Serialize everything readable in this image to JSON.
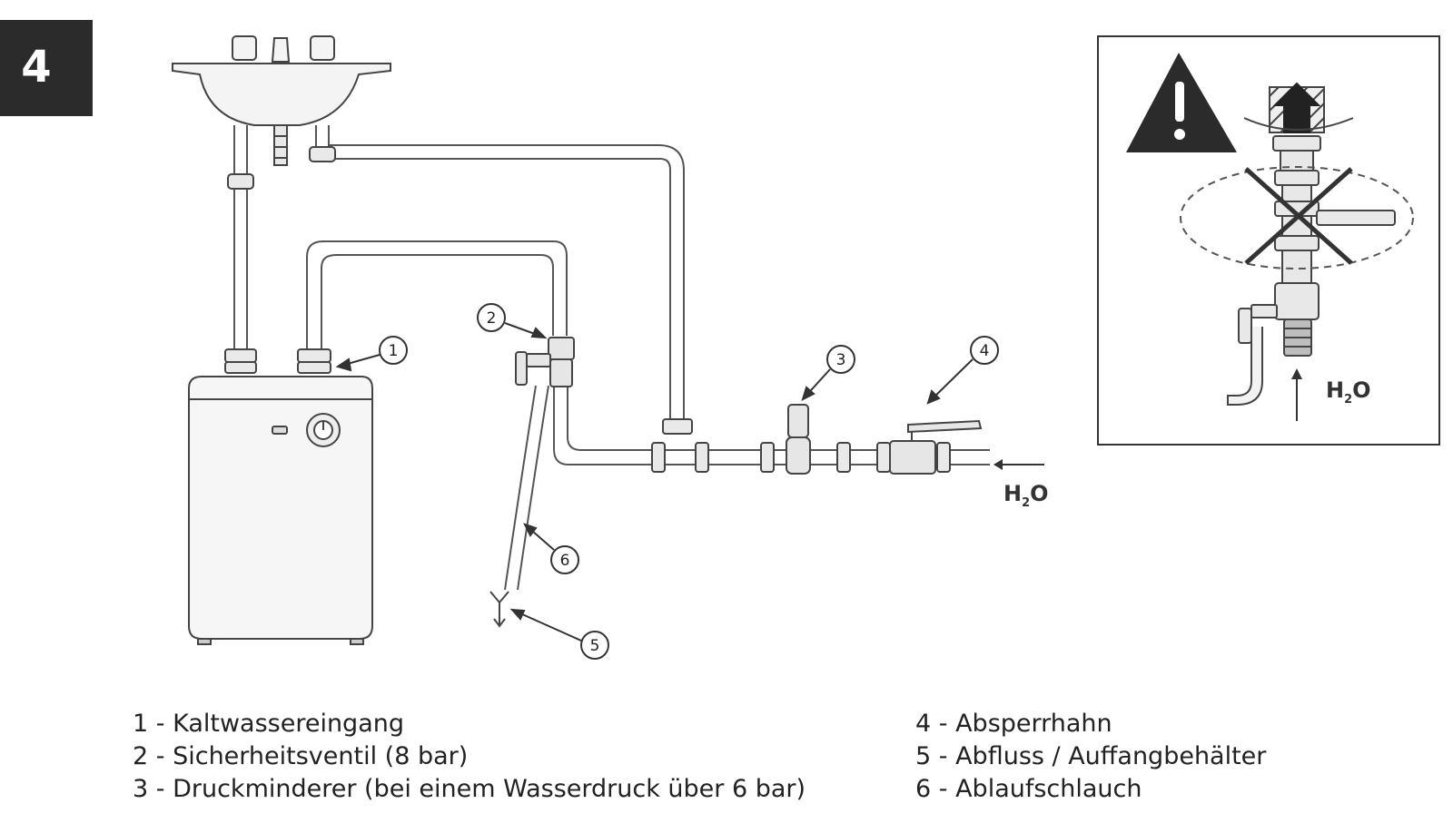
{
  "step_badge": {
    "label": "4",
    "bg_color": "#2b2b2b",
    "fg_color": "#ffffff"
  },
  "diagram": {
    "callouts": [
      "1",
      "2",
      "3",
      "4",
      "5",
      "6"
    ],
    "water_label": {
      "main": "H",
      "sub": "2",
      "tail": "O"
    }
  },
  "inset": {
    "warning_icon": "warning-triangle-icon",
    "water_label": {
      "main": "H",
      "sub": "2",
      "tail": "O"
    }
  },
  "legend": {
    "left": [
      "1 - Kaltwassereingang",
      "2 - Sicherheitsventil (8 bar)",
      "3 - Druckminderer (bei einem Wasserdruck über 6 bar)"
    ],
    "right": [
      "4 - Absperrhahn",
      "5 - Abfluss / Auffangbehälter",
      "6 - Ablaufschlauch"
    ]
  }
}
